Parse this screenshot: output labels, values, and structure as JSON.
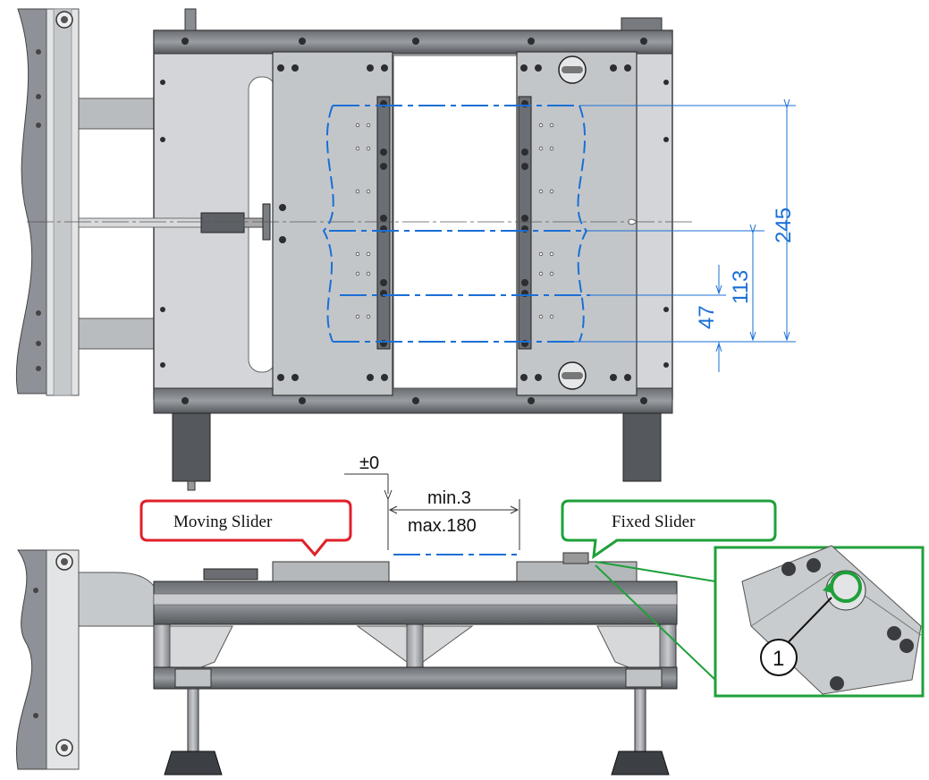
{
  "top_view": {
    "dimensions": {
      "d245": "245",
      "d113": "113",
      "d47": "47"
    }
  },
  "side_view": {
    "tolerance": "±0",
    "gap_min": "min.3",
    "gap_max": "max.180",
    "moving_slider_label": "Moving Slider",
    "fixed_slider_label": "Fixed Slider",
    "detail_marker": "1"
  },
  "colors": {
    "dimension_blue": "#1a6fd6",
    "moving_callout": "#e0202a",
    "fixed_callout": "#1fa03a",
    "metal_light": "#d4d6d8",
    "metal_mid": "#b5b8bb",
    "metal_dark": "#5b5e63"
  }
}
